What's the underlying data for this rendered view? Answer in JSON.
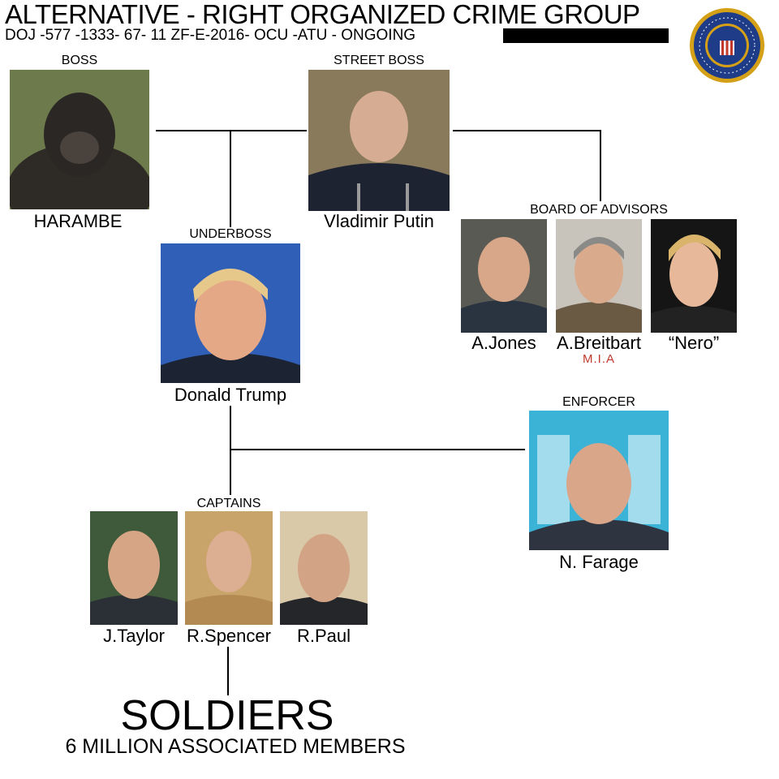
{
  "header": {
    "title": "ALTERNATIVE - RIGHT ORGANIZED CRIME GROUP",
    "case_number": "DOJ -577 -1333- 67- 11 ZF-E-2016- OCU -ATU - ONGOING"
  },
  "seal": {
    "icon": "fbi-seal-icon"
  },
  "roles": {
    "boss": "BOSS",
    "street_boss": "STREET BOSS",
    "underboss": "UNDERBOSS",
    "board": "BOARD OF ADVISORS",
    "enforcer": "ENFORCER",
    "captains": "CAPTAINS"
  },
  "names": {
    "boss": "HARAMBE",
    "street_boss": "Vladimir Putin",
    "underboss": "Donald Trump",
    "advisor_1": "A.Jones",
    "advisor_2": "A.Breitbart",
    "advisor_3": "“Nero”",
    "enforcer": "N. Farage",
    "captain_1": "J.Taylor",
    "captain_2": "R.Spencer",
    "captain_3": "R.Paul"
  },
  "advisor_2_note": "M.I.A",
  "footer": {
    "soldiers": "SOLDIERS",
    "members": "6 MILLION ASSOCIATED  MEMBERS"
  },
  "colors": {
    "line": "#000000",
    "mia": "#c0392b",
    "seal_blue": "#1f3c88",
    "seal_gold": "#d4a017"
  }
}
